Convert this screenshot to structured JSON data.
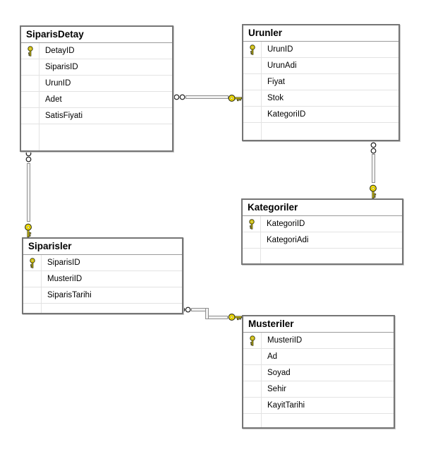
{
  "tables": [
    {
      "title": "SiparisDetay",
      "primary_key": "DetayID",
      "columns": [
        "DetayID",
        "SiparisID",
        "UrunID",
        "Adet",
        "SatisFiyati"
      ]
    },
    {
      "title": "Urunler",
      "primary_key": "UrunID",
      "columns": [
        "UrunID",
        "UrunAdi",
        "Fiyat",
        "Stok",
        "KategoriID"
      ]
    },
    {
      "title": "Kategoriler",
      "primary_key": "KategoriID",
      "columns": [
        "KategoriID",
        "KategoriAdi"
      ]
    },
    {
      "title": "Siparisler",
      "primary_key": "SiparisID",
      "columns": [
        "SiparisID",
        "MusteriID",
        "SiparisTarihi"
      ]
    },
    {
      "title": "Musteriler",
      "primary_key": "MusteriID",
      "columns": [
        "MusteriID",
        "Ad",
        "Soyad",
        "Sehir",
        "KayitTarihi"
      ]
    }
  ],
  "relationships": [
    {
      "many_side": "SiparisDetay",
      "one_side": "Urunler",
      "many_symbol": "infinity",
      "one_symbol": "key"
    },
    {
      "many_side": "SiparisDetay",
      "one_side": "Siparisler",
      "many_symbol": "infinity",
      "one_symbol": "key"
    },
    {
      "many_side": "Urunler",
      "one_side": "Kategoriler",
      "many_symbol": "infinity",
      "one_symbol": "key"
    },
    {
      "many_side": "Siparisler",
      "one_side": "Musteriler",
      "many_symbol": "infinity",
      "one_symbol": "key"
    }
  ],
  "colors": {
    "background": "#FFFFFF",
    "table_border": "#757575",
    "header_divider": "#9B9B9B",
    "grid_line": "#E3E3E3",
    "text": "#000000",
    "key_yellow": "#F5E003",
    "key_outline": "#3A3A1E",
    "connector_fill": "#F1F1F1",
    "connector_edge": "#8F8F8F"
  }
}
